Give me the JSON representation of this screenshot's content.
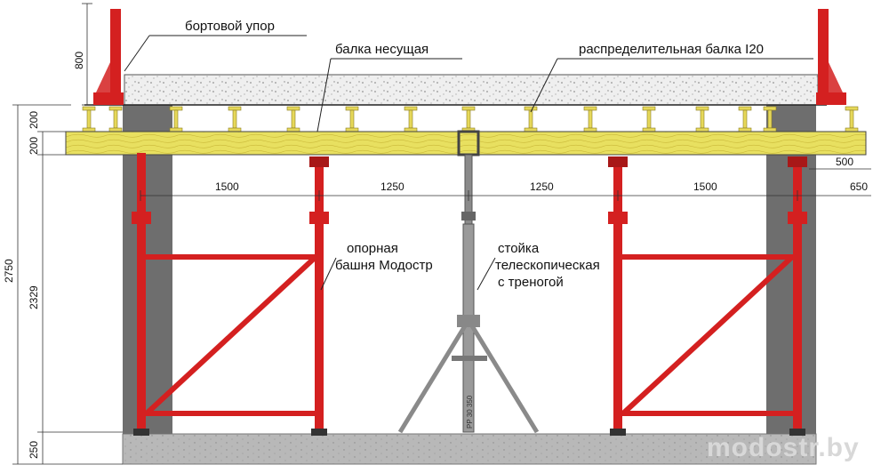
{
  "labels": {
    "board_stop": "бортовой упор",
    "main_beam": "балка несущая",
    "distribution_beam": "распределительная балка I20",
    "tower_line1": "опорная",
    "tower_line2": "башня Модостр",
    "prop_line1": "стойка",
    "prop_line2": "телескопическая",
    "prop_line3": "с треногой",
    "prop_marking": "PP 30 350"
  },
  "dimensions": {
    "stop_height": "800",
    "h200_top": "200",
    "h200_bottom": "200",
    "total_height": "2750",
    "clear_height": "2329",
    "slab_bottom": "250",
    "span_left": "1500",
    "span_mid_left": "1250",
    "span_mid_right": "1250",
    "span_right": "1500",
    "overhang_top": "500",
    "overhang_bottom": "650"
  },
  "watermark": "modostr.by",
  "colors": {
    "steel_red": "#d42020",
    "timber": "#e8e060",
    "concrete": "#b8b8b8",
    "wall": "#6e6e6e",
    "prop": "#8a8a8a"
  }
}
